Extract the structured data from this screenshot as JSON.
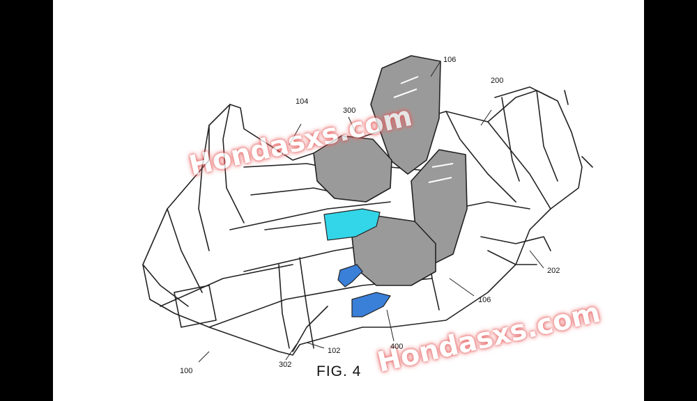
{
  "figure": {
    "label": "FIG. 4",
    "references": {
      "r100": "100",
      "r102": "102",
      "r104": "104",
      "r106a": "106",
      "r106b": "106",
      "r200": "200",
      "r202": "202",
      "r300": "300",
      "r302": "302",
      "r400": "400"
    }
  },
  "watermarks": {
    "top": "Hondasxs.com",
    "bottom": "Hondasxs.com"
  },
  "colors": {
    "background": "#ffffff",
    "side_bars": "#000000",
    "line_art": "#222222",
    "seat_fill": "#9a9a9a",
    "highlight_bracket": "#33d6e8",
    "seat_mount": "#3a7fd8",
    "watermark_glow": "#e04848"
  }
}
